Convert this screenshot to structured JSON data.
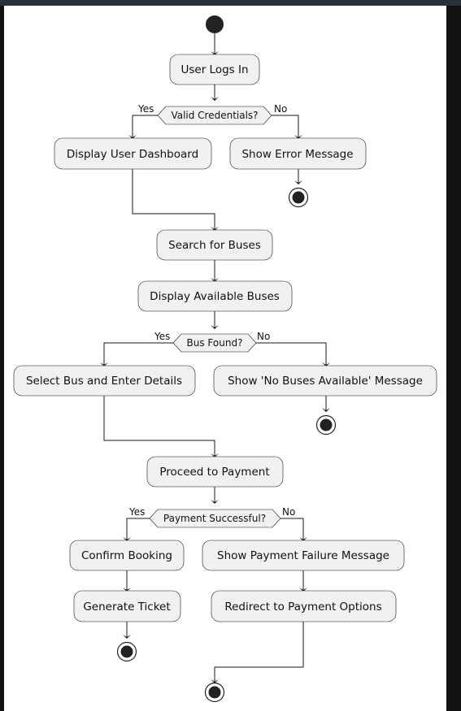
{
  "diagram": {
    "title": "",
    "colors": {
      "node_fill": "#f1f1f1",
      "stroke": "#181818",
      "background": "#ffffff"
    },
    "nodes": {
      "login": "User Logs In",
      "dashboard": "Display User Dashboard",
      "error": "Show Error Message",
      "search": "Search for Buses",
      "available": "Display Available Buses",
      "select": "Select Bus and Enter Details",
      "no_buses": "Show 'No Buses Available' Message",
      "payment": "Proceed to Payment",
      "confirm": "Confirm Booking",
      "ticket": "Generate Ticket",
      "pay_fail": "Show Payment Failure Message",
      "redirect": "Redirect to Payment Options"
    },
    "decisions": {
      "credentials": {
        "question": "Valid Credentials?",
        "yes": "Yes",
        "no": "No"
      },
      "found": {
        "question": "Bus Found?",
        "yes": "Yes",
        "no": "No"
      },
      "pay_ok": {
        "question": "Payment Successful?",
        "yes": "Yes",
        "no": "No"
      }
    }
  }
}
